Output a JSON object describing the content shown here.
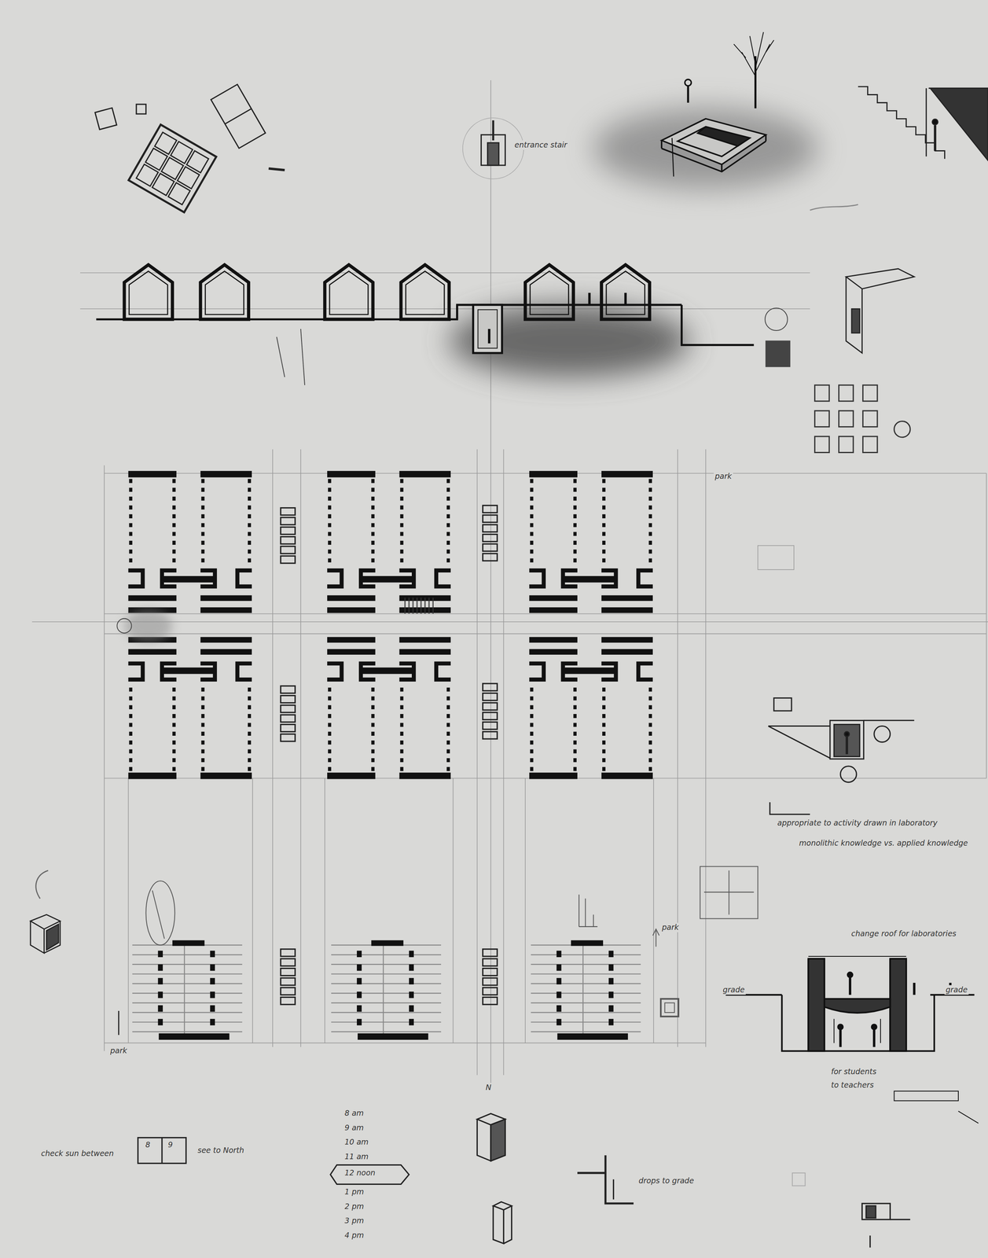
{
  "diagram": {
    "labels": [
      "check sun between",
      "8",
      "9",
      "see to North",
      "8 am",
      "9 am",
      "10 am",
      "11 am",
      "12 noon",
      "1 pm",
      "2 pm",
      "3 pm",
      "4 pm",
      "N",
      "appropriate to activity drawn in laboratory",
      "monolithic knowledge vs. applied knowledge",
      "change roof for laboratories",
      "for students",
      "to teachers",
      "grade",
      "grade",
      "park",
      "park",
      "park",
      "drops to grade",
      "entrance stair"
    ]
  }
}
